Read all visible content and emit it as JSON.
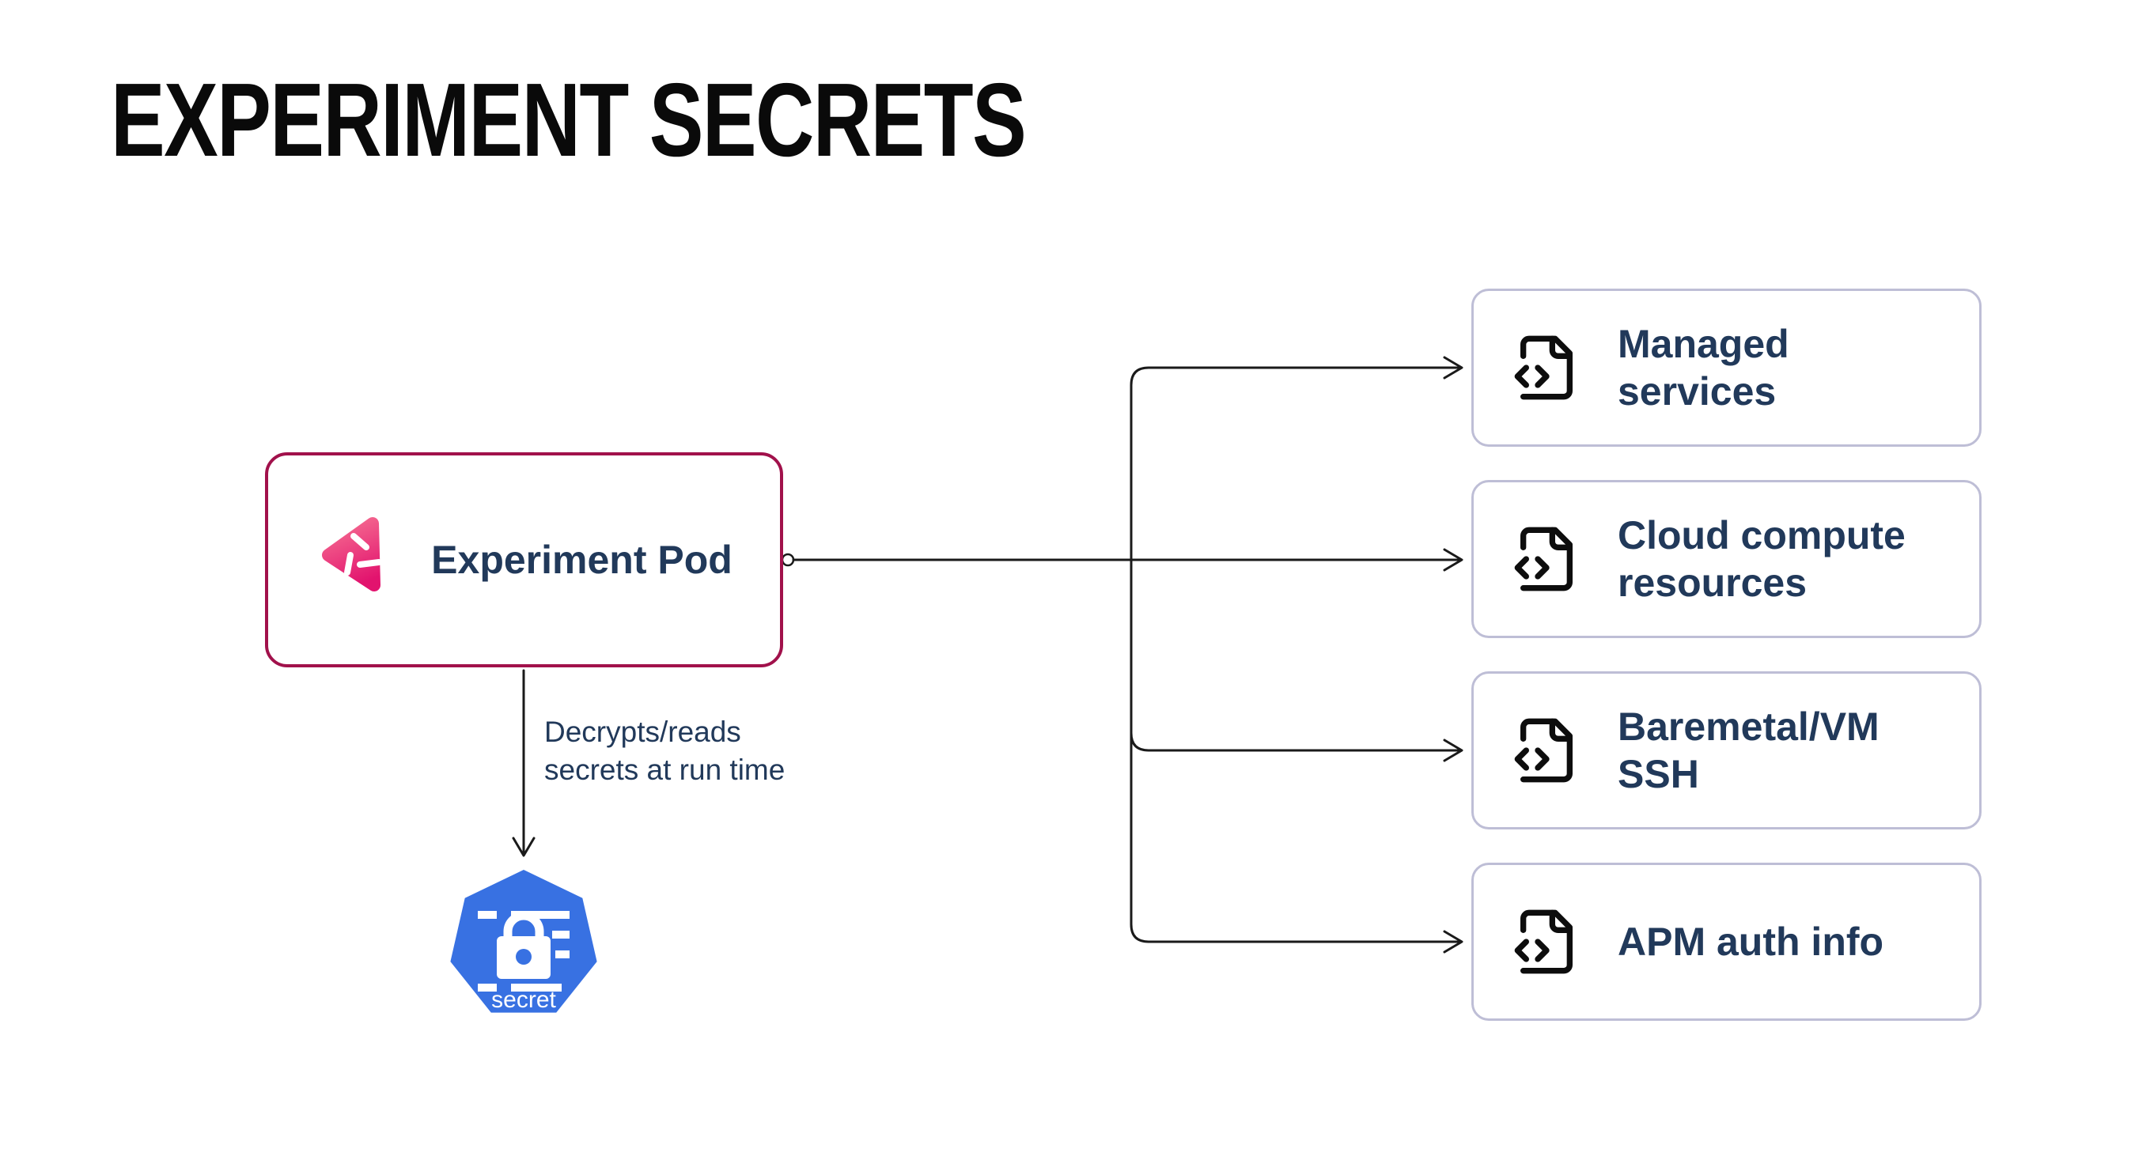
{
  "title": "EXPERIMENT SECRETS",
  "pod": {
    "label": "Experiment Pod",
    "icon": "litmus-pinwheel-icon"
  },
  "edge_label": {
    "line1": "Decrypts/reads",
    "line2": "secrets at run time"
  },
  "secret_node": {
    "label": "secret",
    "icon": "k8s-secret-lock-icon"
  },
  "targets": [
    {
      "icon": "file-code-icon",
      "line1": "Managed",
      "line2": "services"
    },
    {
      "icon": "file-code-icon",
      "line1": "Cloud compute",
      "line2": "resources"
    },
    {
      "icon": "file-code-icon",
      "line1": "Baremetal/VM",
      "line2": "SSH"
    },
    {
      "icon": "file-code-icon",
      "line1": "APM auth info",
      "line2": null
    }
  ],
  "colors": {
    "title_text": "#0a0a0a",
    "text_navy": "#21395a",
    "pod_border": "#a1114b",
    "pod_icon_gradient_start": "#f4678f",
    "pod_icon_gradient_end": "#e2136e",
    "target_border": "#bebed6",
    "secret_blue": "#3871e2",
    "line": "#1a1a1a"
  }
}
